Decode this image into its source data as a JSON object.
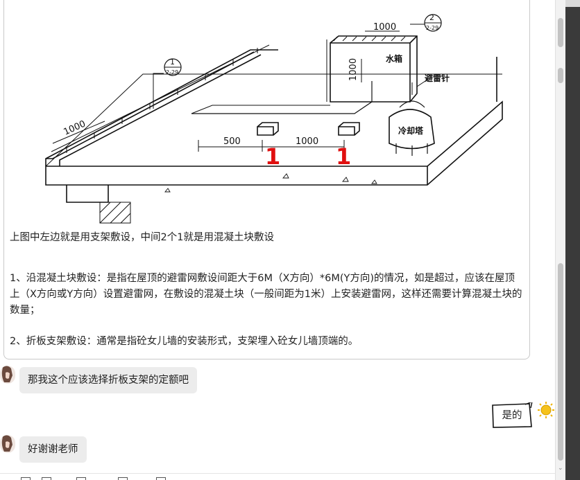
{
  "figure": {
    "dim_1000_tank": "1000",
    "dim_1000_tank_v": "1000",
    "ref_tank_num": "2",
    "ref_tank_sub": "2-29",
    "ref_left_num": "1",
    "ref_left_sub": "2-29",
    "label_tank": "水箱",
    "label_lightning": "避雷针",
    "label_cooling": "冷却塔",
    "dim_left_1000": "1000",
    "dim_500": "500",
    "dim_mid_1000": "1000",
    "mark_one_a": "1",
    "mark_one_b": "1"
  },
  "message_big": {
    "caption": "上图中左边就是用支架敷设，中间2个1就是用混凝土块敷设",
    "para1": "1、沿混凝土块敷设：是指在屋顶的避雷网敷设间距大于6M（X方向）*6M(Y方向)的情况，如是超过，应该在屋顶上（X方向或Y方向）设置避雷网，在敷设的混凝土块（一般间距为1米）上安装避雷网，这样还需要计算混凝土块的数量；",
    "para2": "2、折板支架敷设：通常是指砼女儿墙的安装形式，支架埋入砼女儿墙顶端的。"
  },
  "messages": [
    {
      "text": "那我这个应该选择折板支架的定额吧"
    },
    {
      "text": "是的"
    },
    {
      "text": "好谢谢老师"
    }
  ],
  "colors": {
    "accent_red": "#e01010",
    "bubble_grey": "#ececec"
  }
}
